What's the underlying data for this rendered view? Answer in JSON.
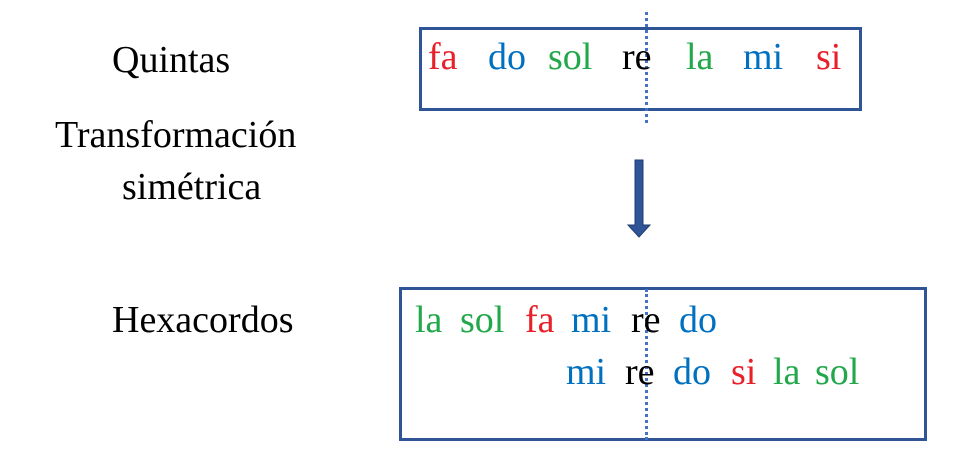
{
  "labels": {
    "quintas": "Quintas",
    "transformacion": "Transformación",
    "simetrica": "simétrica",
    "hexacordos": "Hexacordos"
  },
  "quintas_row": [
    {
      "text": "fa",
      "color": "red"
    },
    {
      "text": "do",
      "color": "blue"
    },
    {
      "text": "sol",
      "color": "green"
    },
    {
      "text": "re",
      "color": "black"
    },
    {
      "text": "la",
      "color": "green"
    },
    {
      "text": "mi",
      "color": "blue"
    },
    {
      "text": "si",
      "color": "red"
    }
  ],
  "hexacordo_row1": [
    {
      "text": "la",
      "color": "green"
    },
    {
      "text": "sol",
      "color": "green"
    },
    {
      "text": "fa",
      "color": "red"
    },
    {
      "text": "mi",
      "color": "blue"
    },
    {
      "text": "re",
      "color": "black"
    },
    {
      "text": "do",
      "color": "blue"
    }
  ],
  "hexacordo_row2": [
    {
      "text": "mi",
      "color": "blue"
    },
    {
      "text": "re",
      "color": "black"
    },
    {
      "text": "do",
      "color": "blue"
    },
    {
      "text": "si",
      "color": "red"
    },
    {
      "text": "la",
      "color": "green"
    },
    {
      "text": "sol",
      "color": "green"
    }
  ],
  "colors": {
    "red": "#e8202a",
    "blue": "#0070c0",
    "green": "#22a84a",
    "border": "#2f5597"
  }
}
